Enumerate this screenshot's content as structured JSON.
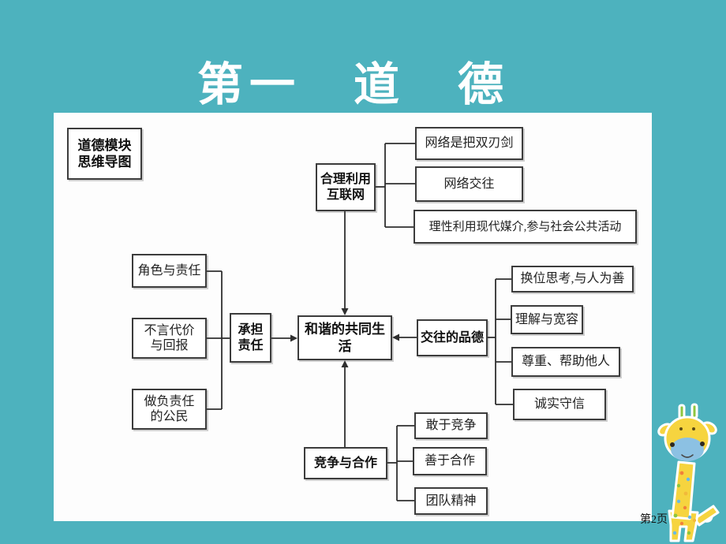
{
  "slide": {
    "title": "第一　道　德",
    "page_footer": "第2页"
  },
  "diagram": {
    "legend": "道德模块\n思维导图",
    "center": "和谐的共同生活",
    "branches": {
      "internet": {
        "label": "合理利用\n互联网",
        "children": [
          "网络是把双刃剑",
          "网络交往",
          "理性利用现代媒介,参与社会公共活动"
        ]
      },
      "duty": {
        "label": "承担\n责任",
        "children": [
          "角色与责任",
          "不言代价\n与回报",
          "做负责任\n的公民"
        ]
      },
      "virtue": {
        "label": "交往的品德",
        "children": [
          "换位思考,与人为善",
          "理解与宽容",
          "尊重、帮助他人",
          "诚实守信"
        ]
      },
      "compete": {
        "label": "竞争与合作",
        "children": [
          "敢于竞争",
          "善于合作",
          "团队精神"
        ]
      }
    }
  },
  "icons": {
    "mascot": "giraffe-cartoon"
  },
  "colors": {
    "background": "#4db2be",
    "panel": "#fdfdfd",
    "title_text": "#ffffff",
    "connector_line": "#2f2f2f",
    "box_border": "#3c3c3c",
    "text": "#1c1c1c",
    "giraffe_body": "#f6d43f",
    "giraffe_face": "#8cc1e3",
    "giraffe_horns": "#8dc63f",
    "giraffe_outline": "#ffffff",
    "spot_orange": "#f2803a",
    "spot_blue": "#67b9e8",
    "spot_green": "#8dc63f"
  }
}
